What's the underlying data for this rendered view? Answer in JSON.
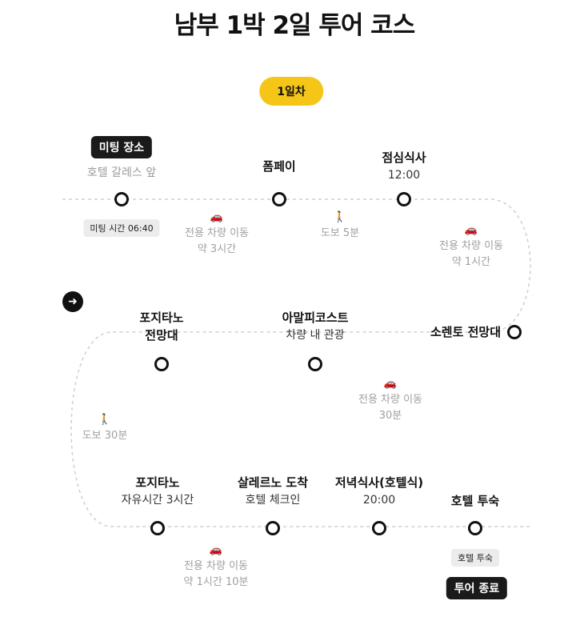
{
  "title": "남부 1박 2일 투어 코스",
  "day_label": "1일차",
  "row1": {
    "meeting": {
      "pill": "미팅 장소",
      "sub": "호텔 갈레스 앞",
      "time_badge": "미팅 시간 06:40"
    },
    "pompeii": {
      "name": "폼페이"
    },
    "lunch": {
      "name": "점심식사",
      "time": "12:00"
    },
    "transfer1": {
      "line1": "전용 차량 이동",
      "line2": "약 3시간"
    },
    "walk1": {
      "line1": "도보 5분"
    },
    "transfer2": {
      "line1": "전용 차량 이동",
      "line2": "약 1시간"
    }
  },
  "row2": {
    "sorrento": {
      "name": "소렌토 전망대"
    },
    "amalfi": {
      "name": "아말피코스트",
      "sub": "차량 내 관광"
    },
    "positano_view": {
      "name1": "포지타노",
      "name2": "전망대"
    },
    "transfer3": {
      "line1": "전용 차량 이동",
      "line2": "30분"
    },
    "walk2": {
      "line1": "도보 30분"
    }
  },
  "row3": {
    "positano_free": {
      "name": "포지타노",
      "sub": "자유시간 3시간"
    },
    "salerno": {
      "name": "살레르노 도착",
      "sub": "호텔 체크인"
    },
    "dinner": {
      "name": "저녁식사(호텔식)",
      "time": "20:00"
    },
    "hotel": {
      "name": "호텔 투숙",
      "badge": "호텔 투숙",
      "end_pill": "투어 종료"
    },
    "transfer4": {
      "line1": "전용 차량 이동",
      "line2": "약 1시간 10분"
    }
  },
  "icons": {
    "car": "car-icon",
    "walk": "walking-person-icon",
    "next": "arrow-right-icon"
  },
  "colors": {
    "accent": "#f5c518",
    "dark": "#111111",
    "muted": "#a0a0a0"
  }
}
